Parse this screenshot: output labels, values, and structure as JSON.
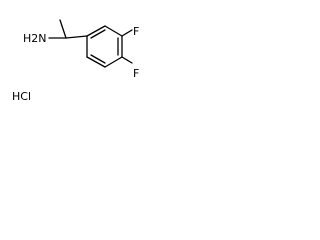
{
  "molecule": {
    "amine_label": "H2N",
    "fluorine_label_1": "F",
    "fluorine_label_2": "F",
    "salt_label": "HCl"
  },
  "colors": {
    "ink": "#000000",
    "background": "#ffffff"
  }
}
